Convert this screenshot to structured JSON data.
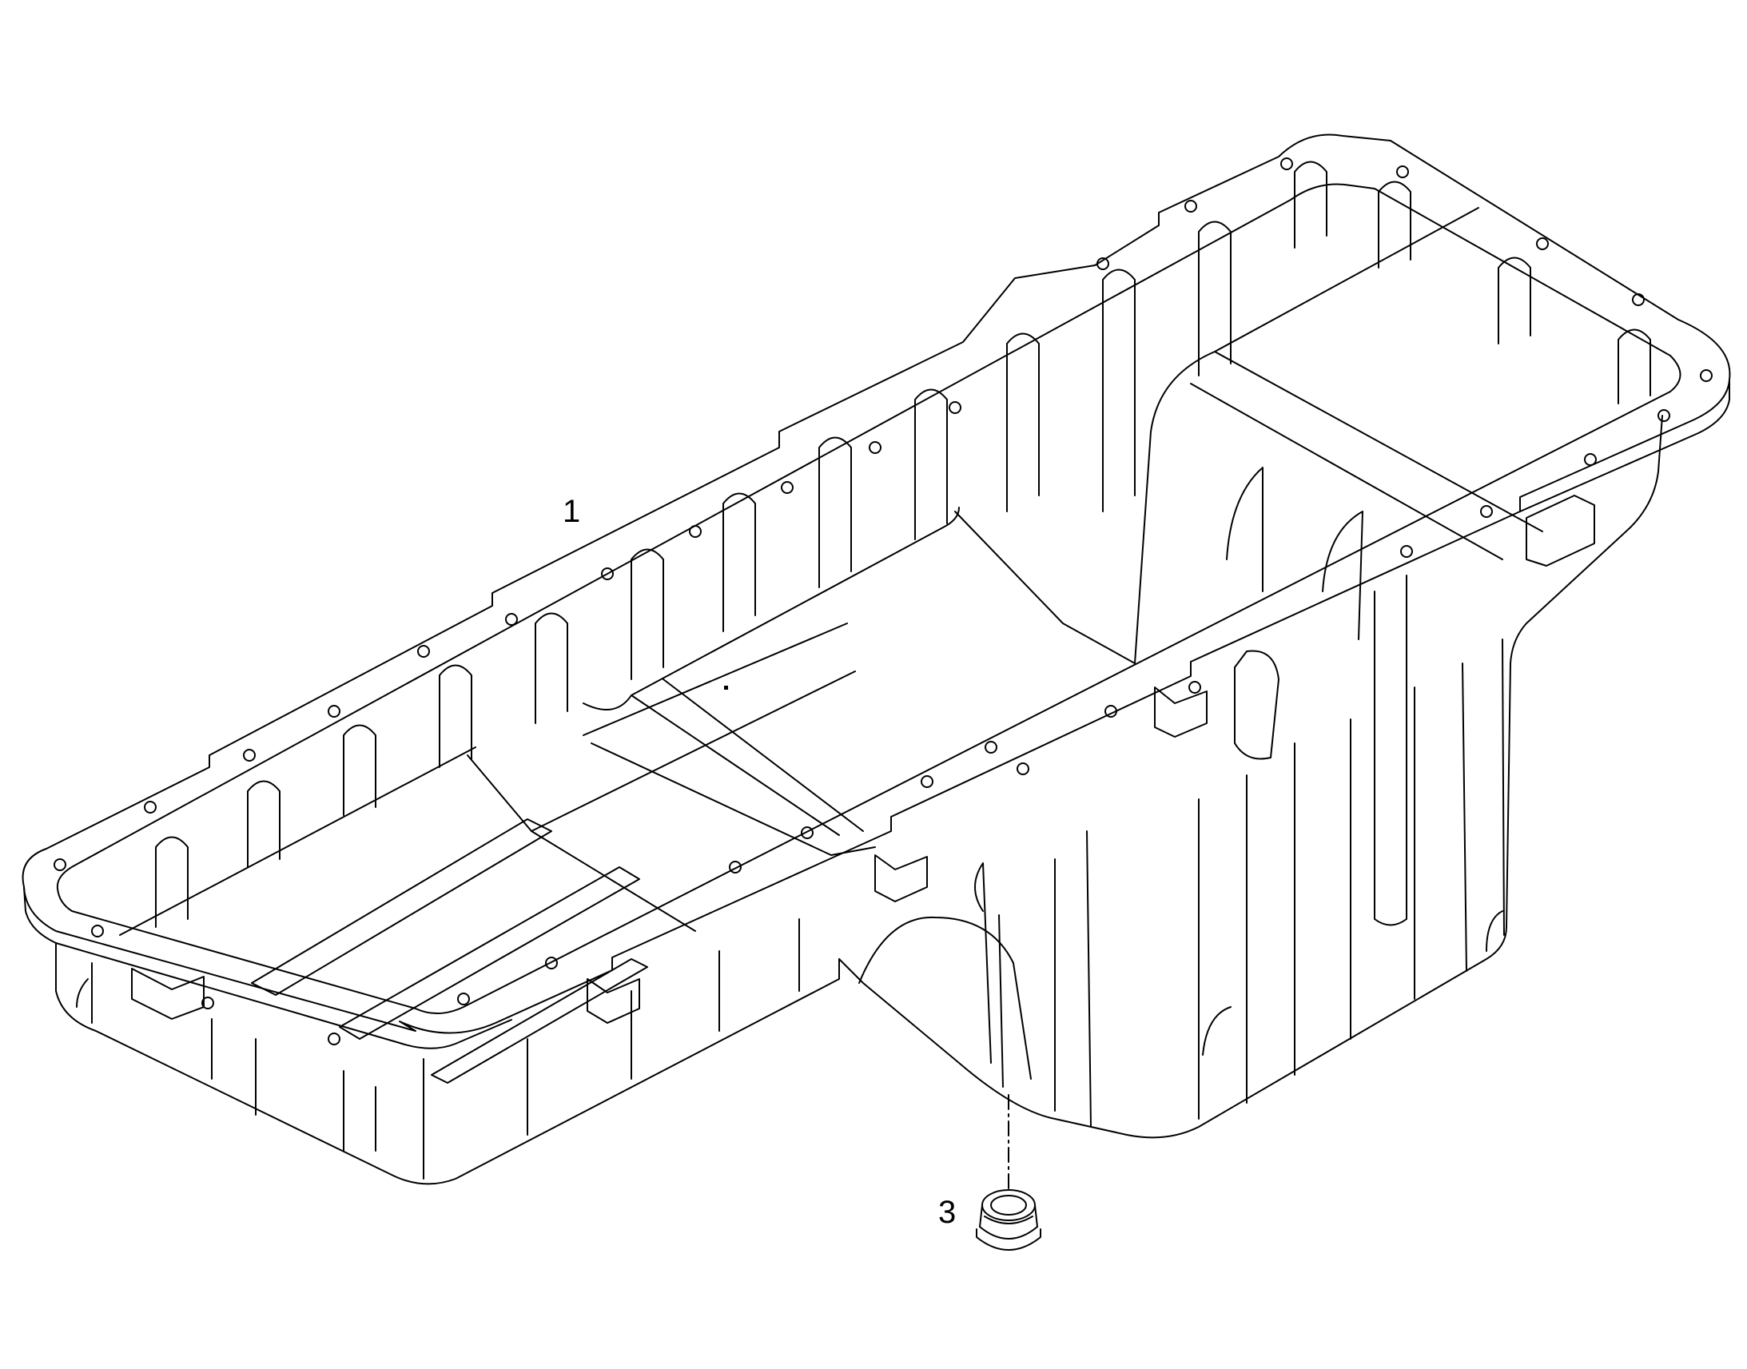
{
  "diagram": {
    "callouts": [
      {
        "id": "1",
        "label": "1"
      },
      {
        "id": "3",
        "label": "3"
      }
    ],
    "parts": [
      {
        "callout": "1",
        "icon": "oil-pan-icon"
      },
      {
        "callout": "3",
        "icon": "drain-plug-icon"
      }
    ],
    "colors": {
      "line": "#000000",
      "background": "#ffffff"
    }
  }
}
